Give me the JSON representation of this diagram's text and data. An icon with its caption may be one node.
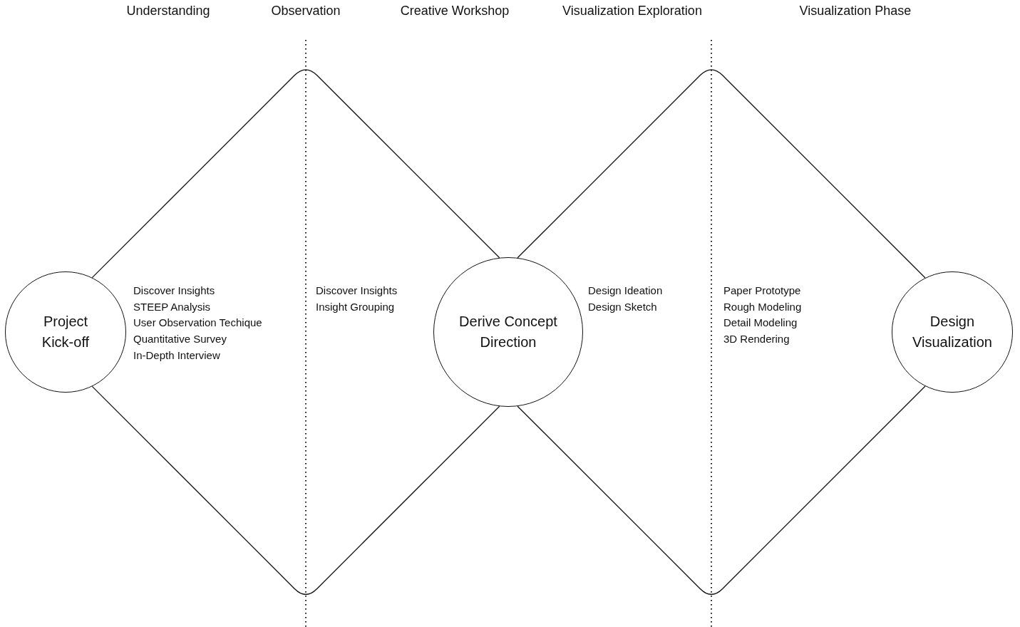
{
  "diagram": {
    "nodes": [
      {
        "text": [
          "Project Kick-off"
        ]
      },
      {
        "text": [
          "Derive Concept Direction"
        ]
      },
      {
        "text": [
          "Design Visualization"
        ]
      }
    ],
    "edges": [
      {
        "from": 0,
        "to": 1,
        "arrow": "none"
      },
      {
        "from": 0,
        "to": 1,
        "arrow": "none"
      },
      {
        "from": 1,
        "to": 2,
        "arrow": "none"
      },
      {
        "from": 1,
        "to": 2,
        "arrow": "none"
      }
    ],
    "labels": [
      "Understanding",
      "Observation",
      "Creative Workshop",
      "Visualization Exploration",
      "Visualization Phase",
      "Discover Insights",
      "STEEP Analysis",
      "User Observation Techique",
      "Quantitative Survey",
      "In-Depth Interview",
      "Discover Insights",
      "Insight Grouping",
      "Design Ideation",
      "Design Sketch",
      "Paper Prototype",
      "Rough Modeling",
      "Detail Modeling",
      "3D Rendering"
    ]
  }
}
